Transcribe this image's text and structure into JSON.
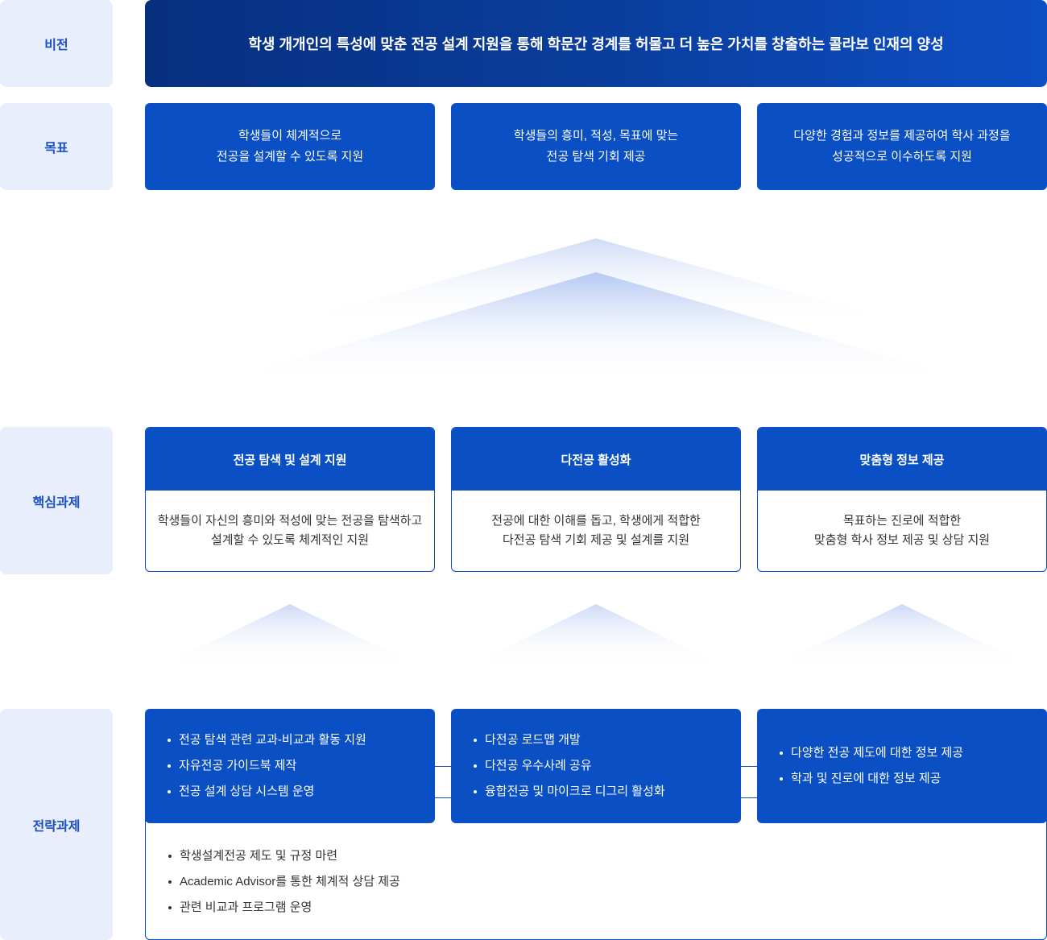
{
  "labels": {
    "vision": "비전",
    "goal": "목표",
    "core": "핵심과제",
    "strategy": "전략과제"
  },
  "vision": {
    "text": "학생 개개인의 특성에 맞춘 전공 설계 지원을 통해 학문간 경계를 허물고 더 높은 가치를 창출하는 콜라보 인재의 양성"
  },
  "goals": [
    {
      "line1": "학생들이 체계적으로",
      "line2": "전공을 설계할 수 있도록 지원"
    },
    {
      "line1": "학생들의 흥미, 적성, 목표에 맞는",
      "line2": "전공 탐색 기회 제공"
    },
    {
      "line1": "다양한 경험과 정보를 제공하여 학사 과정을",
      "line2": "성공적으로 이수하도록 지원"
    }
  ],
  "core_tasks": [
    {
      "title": "전공 탐색 및 설계 지원",
      "line1": "학생들이 자신의 흥미와 적성에 맞는 전공을 탐색하고",
      "line2": "설계할 수 있도록 체계적인 지원"
    },
    {
      "title": "다전공 활성화",
      "line1": "전공에 대한 이해를 돕고, 학생에게 적합한",
      "line2": "다전공 탐색 기회 제공 및 설계를 지원"
    },
    {
      "title": "맞춤형 정보 제공",
      "line1": "목표하는 진로에 적합한",
      "line2": "맞춤형 학사 정보 제공 및 상담 지원"
    }
  ],
  "strategies": [
    {
      "items": [
        "전공 탐색 관련 교과-비교과 활동 지원",
        "자유전공 가이드북 제작",
        "전공 설계 상담 시스템 운영"
      ]
    },
    {
      "items": [
        "다전공 로드맵 개발",
        "다전공 우수사례 공유",
        "융합전공 및 마이크로 디그리 활성화"
      ]
    },
    {
      "items": [
        "다양한 전공 제도에 대한 정보 제공",
        "학과 및 진로에 대한 정보 제공"
      ]
    }
  ],
  "bottom_items": [
    "학생설계전공 제도 및 규정 마련",
    "Academic Advisor를 통한 체계적 상담 제공",
    "관련 비교과 프로그램 운영"
  ],
  "colors": {
    "primary": "#0a4fc4",
    "vision_dark": "#062f7e",
    "label_bg": "#e8eefb",
    "label_text": "#1a4fc4"
  }
}
